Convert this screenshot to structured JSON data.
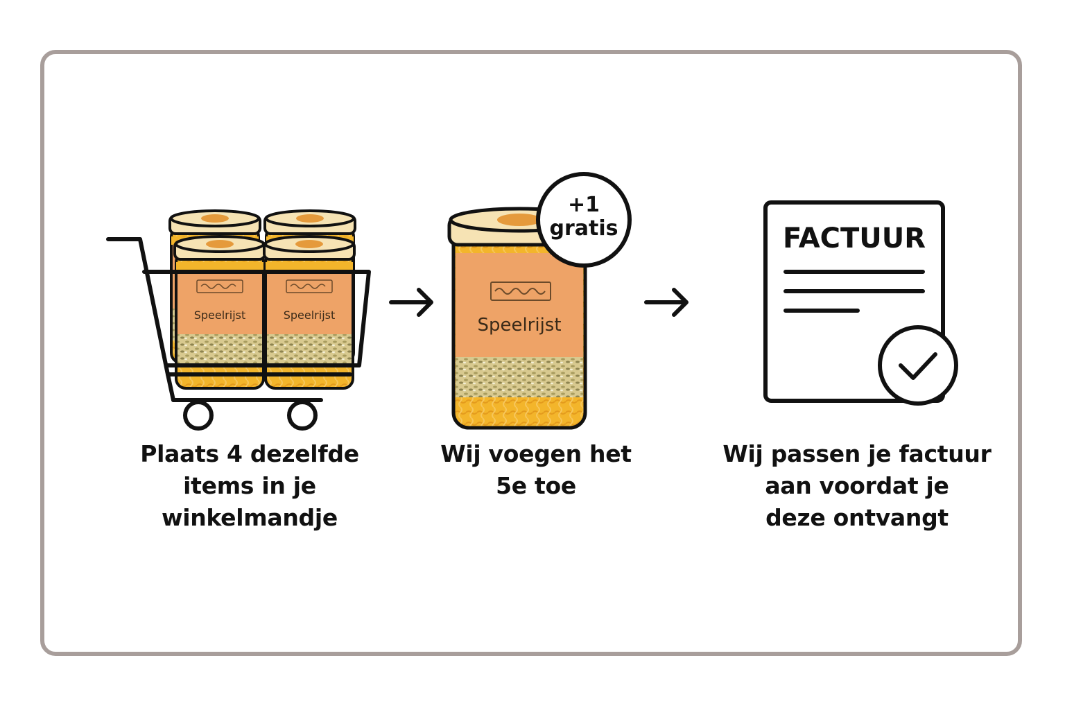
{
  "colors": {
    "border": "#a89e9b",
    "jar_body": "#f3b52b",
    "jar_label": "#eea367",
    "jar_lid": "#f6e3b4",
    "jar_lid_center": "#e59a3c",
    "rice": "#d8c98f",
    "ink": "#111111"
  },
  "steps": [
    {
      "illustration": "cart-with-jars",
      "product_label": "Speelrijst",
      "caption_lines": [
        "Plaats 4 dezelfde",
        "items in je",
        "winkelmandje"
      ]
    },
    {
      "illustration": "single-jar-with-badge",
      "product_label": "Speelrijst",
      "badge": {
        "line1": "+1",
        "line2": "gratis"
      },
      "caption_lines": [
        "Wij voegen het",
        "5e toe"
      ]
    },
    {
      "illustration": "invoice-with-check",
      "invoice_title": "FACTUUR",
      "caption_lines": [
        "Wij passen je factuur",
        "aan voordat je",
        "deze ontvangt"
      ]
    }
  ],
  "connectors": [
    "arrow-right-icon",
    "arrow-right-icon"
  ]
}
